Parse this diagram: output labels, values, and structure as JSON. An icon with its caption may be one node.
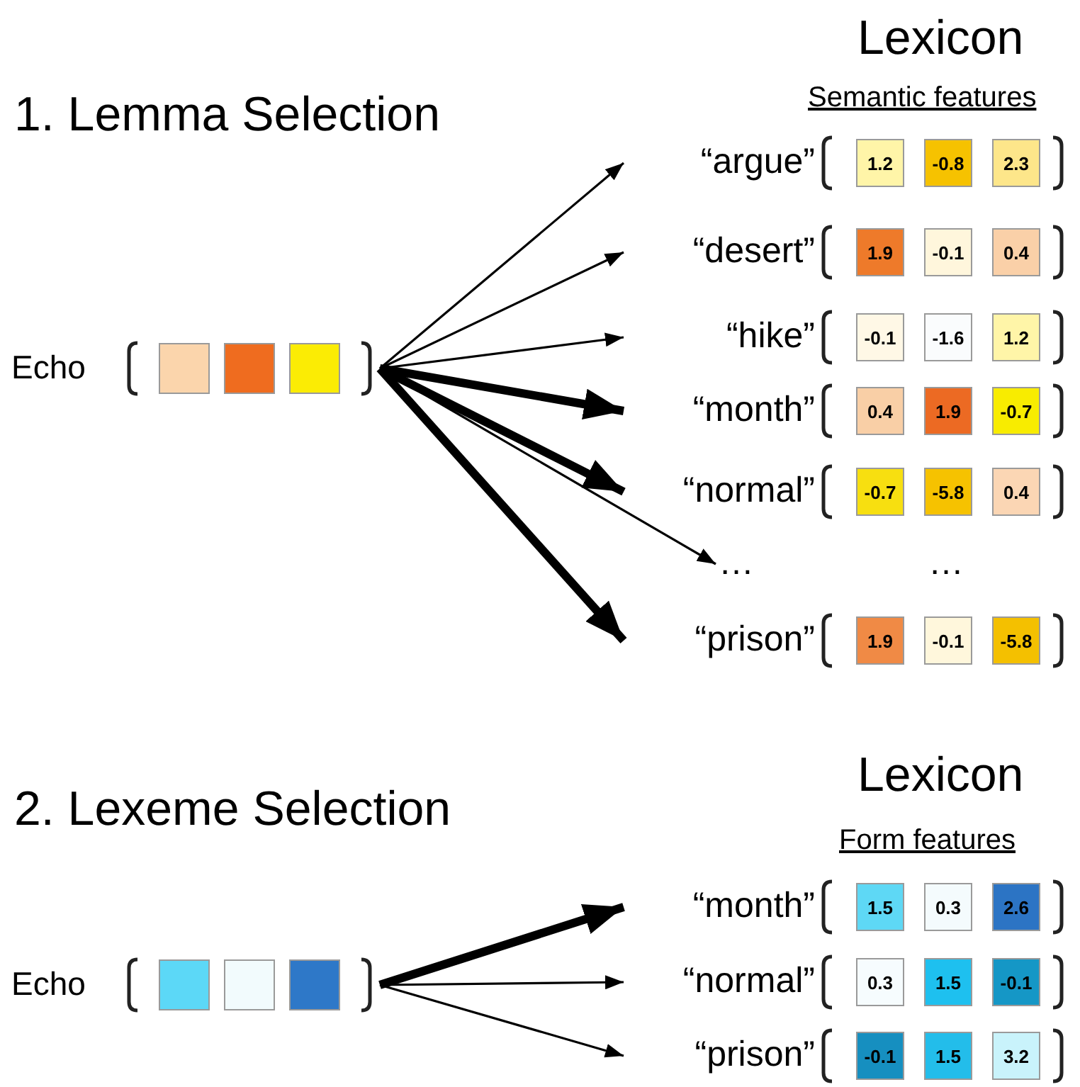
{
  "diagram": {
    "nodes": [
      {
        "text": [
          "Echo"
        ]
      },
      {
        "text": [],
        "shape": "box",
        "in": 0
      },
      {
        "text": [],
        "shape": "box",
        "in": 0
      },
      {
        "text": [],
        "shape": "box",
        "in": 0
      },
      {
        "text": [
          "“argue”"
        ]
      },
      {
        "text": [
          "1.2"
        ],
        "in": 4
      },
      {
        "text": [
          "-0.8"
        ],
        "in": 4
      },
      {
        "text": [
          "2.3"
        ],
        "in": 4
      },
      {
        "text": [
          "“desert”"
        ]
      },
      {
        "text": [
          "1.9"
        ],
        "in": 8
      },
      {
        "text": [
          "-0.1"
        ],
        "in": 8
      },
      {
        "text": [
          "0.4"
        ],
        "in": 8
      },
      {
        "text": [
          "“hike”"
        ]
      },
      {
        "text": [
          "-0.1"
        ],
        "in": 12
      },
      {
        "text": [
          "-1.6"
        ],
        "in": 12
      },
      {
        "text": [
          "1.2"
        ],
        "in": 12
      },
      {
        "text": [
          "“month”"
        ]
      },
      {
        "text": [
          "0.4"
        ],
        "in": 16
      },
      {
        "text": [
          "1.9"
        ],
        "in": 16
      },
      {
        "text": [
          "-0.7"
        ],
        "in": 16
      },
      {
        "text": [
          "“normal”"
        ]
      },
      {
        "text": [
          "-0.7"
        ],
        "in": 20
      },
      {
        "text": [
          "-5.8"
        ],
        "in": 20
      },
      {
        "text": [
          "0.4"
        ],
        "in": 20
      },
      {
        "text": [
          "…",
          "…"
        ]
      },
      {
        "text": [
          "“prison”"
        ]
      },
      {
        "text": [
          "1.9"
        ],
        "in": 25
      },
      {
        "text": [
          "-0.1"
        ],
        "in": 25
      },
      {
        "text": [
          "-5.8"
        ],
        "in": 25
      },
      {
        "text": [
          "Echo"
        ]
      },
      {
        "text": [],
        "shape": "box",
        "in": 29
      },
      {
        "text": [],
        "shape": "box",
        "in": 29
      },
      {
        "text": [],
        "shape": "box",
        "in": 29
      },
      {
        "text": [
          "“month”"
        ]
      },
      {
        "text": [
          "1.5"
        ],
        "in": 33
      },
      {
        "text": [
          "0.3"
        ],
        "in": 33
      },
      {
        "text": [
          "2.6"
        ],
        "in": 33
      },
      {
        "text": [
          "“normal”"
        ]
      },
      {
        "text": [
          "0.3"
        ],
        "in": 37
      },
      {
        "text": [
          "1.5"
        ],
        "in": 37
      },
      {
        "text": [
          "-0.1"
        ],
        "in": 37
      },
      {
        "text": [
          "“prison”"
        ]
      },
      {
        "text": [
          "-0.1"
        ],
        "in": 41
      },
      {
        "text": [
          "1.5"
        ],
        "in": 41
      },
      {
        "text": [
          "3.2"
        ],
        "in": 41
      }
    ],
    "edges": [
      {
        "from": 0,
        "to": 4,
        "arrow": "to"
      },
      {
        "from": 0,
        "to": 8,
        "arrow": "to"
      },
      {
        "from": 0,
        "to": 12,
        "arrow": "to"
      },
      {
        "from": 0,
        "to": 16,
        "arrow": "to",
        "style": "thick"
      },
      {
        "from": 0,
        "to": 20,
        "arrow": "to",
        "style": "thick"
      },
      {
        "from": 0,
        "to": 24,
        "arrow": "to"
      },
      {
        "from": 0,
        "to": 25,
        "arrow": "to",
        "style": "thick"
      },
      {
        "from": 29,
        "to": 33,
        "arrow": "to",
        "style": "thick"
      },
      {
        "from": 29,
        "to": 37,
        "arrow": "to"
      },
      {
        "from": 29,
        "to": 41,
        "arrow": "to"
      }
    ],
    "labels": [
      "Lexicon",
      "1. Lemma Selection",
      "Semantic features",
      "Lexicon",
      "2. Lexeme Selection",
      "Form features"
    ]
  }
}
